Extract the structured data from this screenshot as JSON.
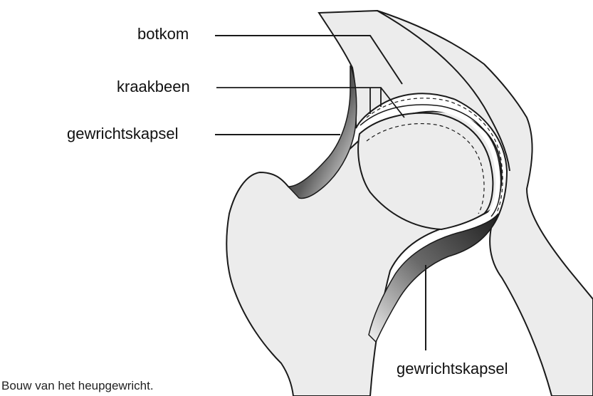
{
  "labels": {
    "botkom": "botkom",
    "kraakbeen": "kraakbeen",
    "capsule_upper": "gewrichtskapsel",
    "capsule_lower": "gewrichtskapsel"
  },
  "caption": "Bouw van het heupgewricht.",
  "colors": {
    "bone_fill": "#ececec",
    "outline": "#1a1a1a",
    "capsule_dark": "#2b2b2b",
    "capsule_light": "#ffffff",
    "background": "#ffffff"
  }
}
